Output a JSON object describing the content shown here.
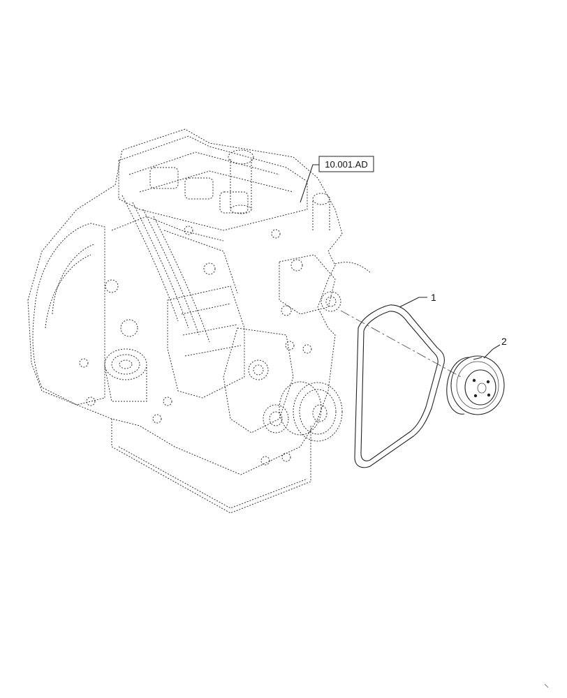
{
  "callouts": {
    "reference": "10.001.AD",
    "item_1": "1",
    "item_2": "2"
  }
}
